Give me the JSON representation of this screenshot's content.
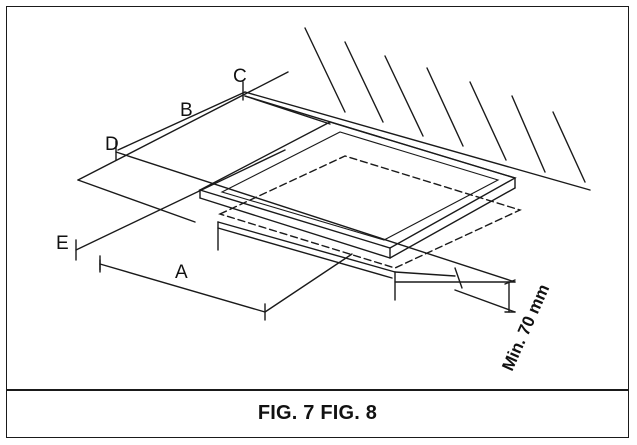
{
  "figure": {
    "labels": {
      "a": "A",
      "b": "B",
      "c": "C",
      "d": "D",
      "e": "E"
    },
    "dimension_text": "Min. 70 mm"
  },
  "caption": "FIG. 7 FIG. 8"
}
